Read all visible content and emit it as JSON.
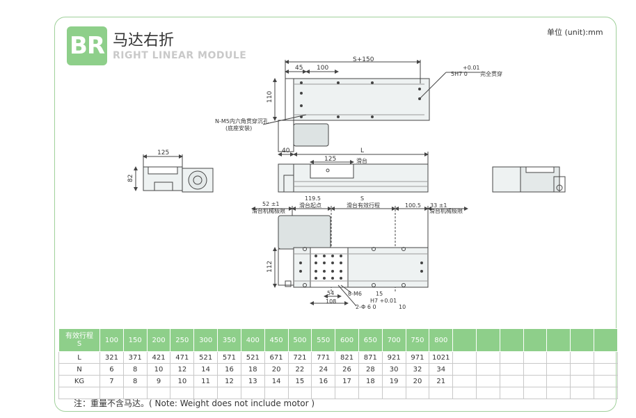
{
  "header": {
    "badge": "BR",
    "title_cn": "马达右折",
    "title_en": "RIGHT LINEAR MODULE",
    "unit": "单位 (unit):mm"
  },
  "drawing": {
    "top_view": {
      "dim_45": "45",
      "dim_100": "100",
      "dim_s150": "S+150",
      "dim_001": "+0.01",
      "dim_5h7": "5H7  0",
      "through_hole": "完全贯穿",
      "dim_110": "110",
      "note_m5": "N-M5内六角贯穿沉孔",
      "note_base": "(底座安装)"
    },
    "side_left": {
      "dim_125": "125",
      "dim_82": "82"
    },
    "front_view": {
      "dim_40": "40",
      "dim_l": "L",
      "dim_125": "125",
      "slider": "滑台"
    },
    "stroke": {
      "left_dim": "52 ±1",
      "left_label": "滑台机械极限",
      "start_dim": "119.5",
      "start_label": "滑台起点",
      "s_dim": "S",
      "s_label": "滑台有效行程",
      "right_dim1": "100.5",
      "right_dim2": "33 ±1",
      "right_label": "滑台机械极限"
    },
    "bottom_view": {
      "dim_112": "112",
      "dim_54": "54",
      "dim_108": "108",
      "holes": "8-M6",
      "holes_depth": "15",
      "tol": "H7 +0.01",
      "pin": "2-Φ 6     0",
      "pin_depth": "10"
    }
  },
  "table": {
    "header_label": [
      "有效行程",
      "S"
    ],
    "strokes": [
      "100",
      "150",
      "200",
      "250",
      "300",
      "350",
      "400",
      "450",
      "500",
      "550",
      "600",
      "650",
      "700",
      "750",
      "800",
      "",
      "",
      "",
      "",
      "",
      "",
      ""
    ],
    "rows": [
      {
        "label": "L",
        "values": [
          "321",
          "371",
          "421",
          "471",
          "521",
          "571",
          "521",
          "671",
          "721",
          "771",
          "821",
          "871",
          "921",
          "971",
          "1021",
          "",
          "",
          "",
          "",
          "",
          "",
          ""
        ]
      },
      {
        "label": "N",
        "values": [
          "6",
          "8",
          "10",
          "12",
          "14",
          "16",
          "18",
          "20",
          "22",
          "24",
          "26",
          "28",
          "30",
          "32",
          "34",
          "",
          "",
          "",
          "",
          "",
          "",
          ""
        ]
      },
      {
        "label": "KG",
        "values": [
          "7",
          "8",
          "9",
          "10",
          "11",
          "12",
          "13",
          "14",
          "15",
          "16",
          "17",
          "18",
          "19",
          "20",
          "21",
          "",
          "",
          "",
          "",
          "",
          "",
          ""
        ]
      },
      {
        "label": "",
        "values": [
          "",
          "",
          "",
          "",
          "",
          "",
          "",
          "",
          "",
          "",
          "",
          "",
          "",
          "",
          "",
          "",
          "",
          "",
          "",
          "",
          "",
          ""
        ]
      }
    ]
  },
  "note": "注：重量不含马达。( Note: Weight does not include motor )",
  "colors": {
    "accent": "#8ecf8a",
    "border": "#9fd09a",
    "line": "#444444"
  }
}
